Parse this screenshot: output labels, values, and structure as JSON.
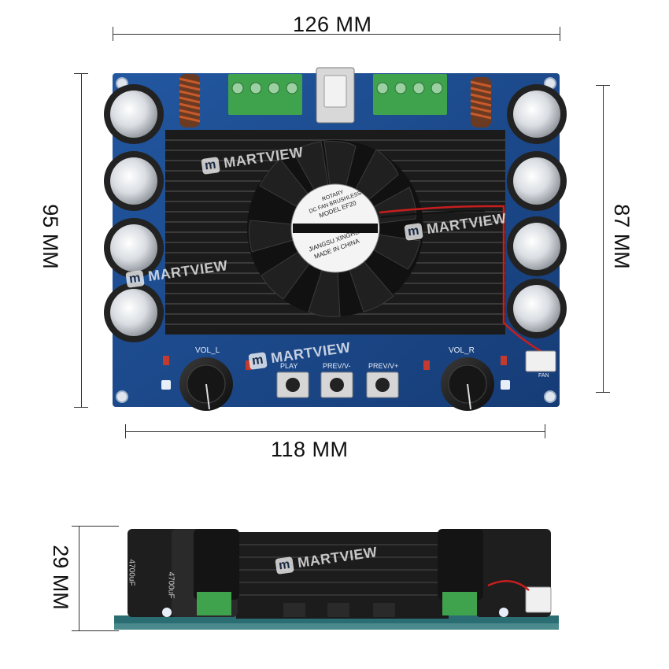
{
  "dimensions": {
    "top_width": "126 MM",
    "bottom_width": "118 MM",
    "left_height": "95 MM",
    "right_height": "87 MM",
    "side_height": "29 MM"
  },
  "watermark": "MARTVIEW",
  "board_labels": {
    "vol_l": "VOL_L",
    "vol_r": "VOL_R",
    "play": "PLAY",
    "prev_down": "PREV/V-",
    "prev_up": "PREV/V+",
    "fan": "FAN"
  },
  "fan_label": {
    "line1": "ROTARY",
    "line2": "DC FAN BRUSHLESS",
    "line3": "MODEL EF20",
    "line4": "JIANGSU XINGHE",
    "line5": "MADE IN CHINA"
  },
  "capacitor_label": "4700uF",
  "colors": {
    "pcb": "#1d4a8c",
    "heatsink": "#1b1b1b",
    "terminal": "#3fa34d",
    "capacitor": "#222222"
  }
}
